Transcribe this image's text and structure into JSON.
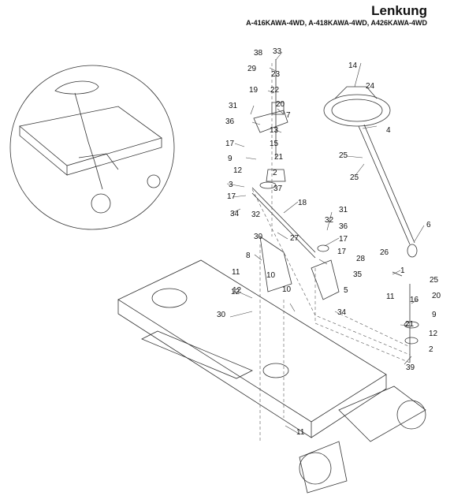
{
  "header": {
    "title": "Lenkung",
    "models": "A-416KAWA-4WD, A-418KAWA-4WD, A426KAWA-4WD"
  },
  "callouts": [
    "38",
    "33",
    "29",
    "23",
    "19",
    "22",
    "31",
    "20",
    "7",
    "36",
    "13",
    "15",
    "17",
    "9",
    "21",
    "12",
    "3",
    "2",
    "17",
    "37",
    "34",
    "32",
    "18",
    "27",
    "8",
    "30",
    "11",
    "12",
    "10",
    "30",
    "12",
    "10",
    "31",
    "32",
    "36",
    "17",
    "17",
    "28",
    "35",
    "5",
    "34",
    "14",
    "24",
    "4",
    "25",
    "25",
    "6",
    "26",
    "1",
    "11",
    "25",
    "16",
    "20",
    "9",
    "21",
    "12",
    "2",
    "39",
    "11"
  ],
  "colors": {
    "ink": "#111111",
    "line": "#333333",
    "paper": "#ffffff"
  }
}
